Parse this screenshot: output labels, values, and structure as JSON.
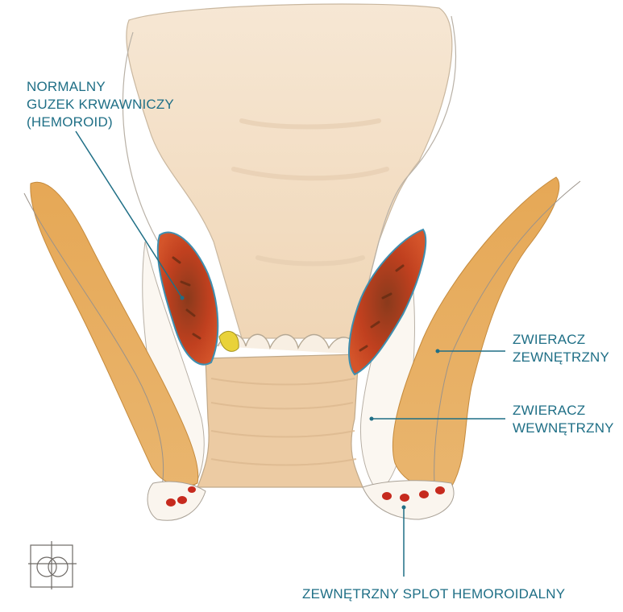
{
  "labels": {
    "hemoroid": "NORMALNY\nGUZEK KRWAWNICZY\n(HEMOROID)",
    "zwieracz_zewnetrzny": "ZWIERACZ\nZEWNĘTRZNY",
    "zwieracz_wewnetrzny": "ZWIERACZ\nWEWNĘTRZNY",
    "splot": "ZEWNĘTRZNY SPLOT HEMOROIDALNY"
  },
  "colors": {
    "label_text": "#1f6f86",
    "leader_line": "#1f6f86",
    "sphincter_orange": "#e0a04a",
    "tissue_beige": "#f3dcc0",
    "hemorrhoid_red": "#b8321c",
    "vessel_red": "#c62a1e"
  }
}
